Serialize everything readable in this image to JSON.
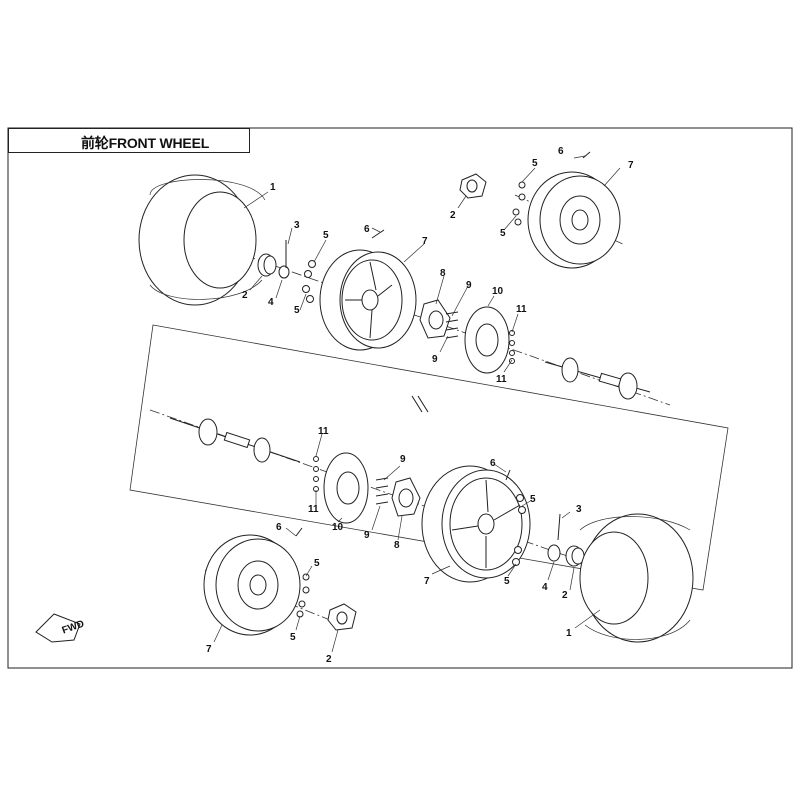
{
  "header": {
    "title": "前轮FRONT WHEEL"
  },
  "direction_marker": {
    "text": "FWD"
  },
  "parts": {
    "tire": "1",
    "hub_cap": "2",
    "cotter_pin": "3",
    "castle_nut": "4",
    "lug_nut": "5",
    "valve_stem": "6",
    "rim": "7",
    "wheel_hub": "8",
    "disc_bolt": "9",
    "brake_disc": "10",
    "disc_nut": "11"
  }
}
